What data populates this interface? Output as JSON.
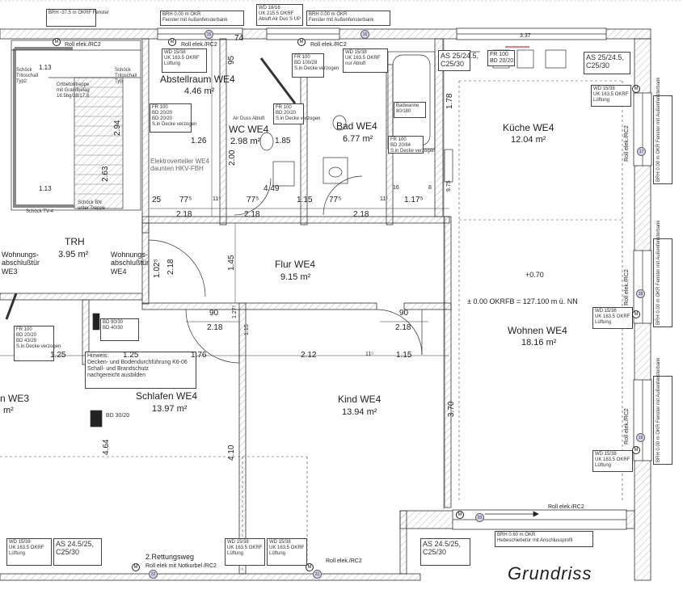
{
  "rooms": [
    {
      "name": "Abstellraum WE4",
      "area": "4.46 m²"
    },
    {
      "name": "WC WE4",
      "area": "2.98 m²"
    },
    {
      "name": "Bad WE4",
      "area": "6.77 m²"
    },
    {
      "name": "Küche WE4",
      "area": "12.04 m²"
    },
    {
      "name": "TRH",
      "area": "3.95 m²"
    },
    {
      "name": "Flur WE4",
      "area": "9.15 m²"
    },
    {
      "name": "Wohnen WE4",
      "area": "18.16 m²"
    },
    {
      "name": "Schlafen WE4",
      "area": "13.97 m²"
    },
    {
      "name": "Kind WE4",
      "area": "13.94 m²"
    },
    {
      "name": "n WE3",
      "area": "m²"
    }
  ],
  "labels": {
    "wohnungsabschluss_we3": "Wohnungs-\nabschlußtür\nWE3",
    "wohnungsabschluss_we4": "Wohnungs-\nabschlußtür\nWE4",
    "elektroverteiler": "Elektroverteiler WE4\ndaunten HKV-FBH",
    "niveau": "± 0.00 OKRFB = 127.100 m ü. NN",
    "kote": "+0.70",
    "rettungsweg": "2.Rettungsweg",
    "roll_elek_top": "Roll elek./RC2",
    "roll_elek_top2": "Roll elek./RC2",
    "roll_elek_bottom": "Roll elek./RC2",
    "roll_elek_bottom2": "Roll elek./RC2",
    "roll_elek_bottom3": "Roll elek mit Notkurbel /RC2",
    "roll_elek_side1": "Roll elek./RC2",
    "roll_elek_side2": "Roll elek./RC2",
    "roll_elek_side3": "Roll elek./RC2",
    "title": "Grundriss",
    "treppe": "Ortbetontreppe\nmit Granitbelag\n16.5bg/28/17.8",
    "schoeck_tv": "Schöck TV-4",
    "schoeck_bn": "Schöck BN\nunter Treppe",
    "schoeck_tp": "Schöck\nTritoschall\nTyp2",
    "schoeck_tp2": "Schöck\nTritoschall\nTyp",
    "air_dus": "Air Duss Abluft"
  },
  "notes": {
    "brh_fenster": "BRH -37.5 m OKRF\nFenster",
    "brh_fenster_auss1": "BRH 0.00 m OKR\nFenster mit Außenfensterbank",
    "wd_abluft": "WD 18/18\nUK 215.5 OKRF\nAbluft Air Dus S UP",
    "brh_fenster_auss2": "BRH 0.00 m OKR\nFenster mit Außenfensterbank",
    "wd_lueftung1": "WD 15/38\nUK 163.5 OKRF\nLüftung",
    "wd_abluft2": "WD 15/38\nUK 163.5 OKRF\nnur Abluft",
    "fr_100_top": "FR 100\nBD 100/28\nS.in Decke verzogen",
    "as_top": "AS 25/24.5,\nC25/30",
    "fr_100_20": "FR 100\nBD 20/20",
    "as_right": "AS 25/24.5,\nC25/30",
    "wd_lueftung_right": "WD 15/38\nUK 163.5 OKRF\nLüftung",
    "fr_left": "FR 100\nBD 20/20\nBD 20/20\nS.in Decke verzogen",
    "fr_wc": "FR 100\nBD 20/20\nS.in Decke verzogen",
    "badwanne": "Badwanne\n80/180",
    "fr_bad": "FR 100\nBD 20/84\nS.in Decke verzogen",
    "fr_lower_left": "FR 100\nBD 20/20\nBD 43/29\nS.in Decke verzogen",
    "bd_90": "BD 90/30\nBD 40/30",
    "hinweis": "Hinweis:\nDecken- und Bodendurchführung K6-06\nSchall- und Brandschutz\nnachgereicht ausbilden",
    "bd_30": "BD 30/20",
    "wd_wohnen": "WD 15/38\nUK 163.5 OKRF\nLüftung",
    "wd_right2": "WD 15/38\nUK 163.5 OKRF\nLüftung",
    "wd_bl1": "WD 15/38\nUK 163.5 OKRF\nLüftung",
    "as_bl": "AS 24.5/25,\nC25/30",
    "wd_b1": "WD 15/38\nUK 163.5 OKRF\nLüftung",
    "wd_b2": "WD 15/38\nUK 163.5 OKRF\nLüftung",
    "as_br": "AS 24.5/25,\nC25/30",
    "brh_hebe": "BRH 0.60 m OKR\nHebeschiebetür mit Anschlussprofil",
    "brh_side1": "BRH 0.00 m OKR\nFenster mit Außenfensterbank",
    "brh_side2": "BRH 0.00 m OKR\nFenster mit Außenfensterbank",
    "brh_side3": "BRH 0.00 m OKR\nFenster mit Außenfensterbank"
  },
  "dimensions": {
    "d_74": "74",
    "d_337": "3.37",
    "d_95": "95",
    "d_126": "1.26",
    "d_200": "2.00",
    "d_449": "4.49",
    "d_285": "1.85",
    "d_178": "1.78",
    "d_975": "9.75",
    "d_77a": "77⁵",
    "d_77b": "77⁵",
    "d_77c": "77⁵",
    "d_117": "1.17⁵",
    "d_25": "25",
    "d_11a": "11⁵",
    "d_11b": "11⁵",
    "d_11c": "11⁵",
    "d_16": "16",
    "d_8": "8",
    "d_218a": "2.18",
    "d_218b": "2.18",
    "d_218c": "2.18",
    "d_218d": "2.18",
    "d_218e": "2.18",
    "d_218f": "2.18",
    "d_102": "1.02⁵",
    "d_145": "1.45",
    "d_90a": "90",
    "d_90b": "90",
    "d_125a": "1.25",
    "d_125b": "1.25",
    "d_176": "1.76",
    "d_212": "2.12",
    "d_115": "1.15",
    "d_370": "3.70",
    "d_464": "4.64",
    "d_410": "4.10",
    "d_1275": "1.27⁵",
    "d_115v": "1.15",
    "d_115c": "1.15",
    "d_294": "2.94",
    "d_263": "2.63",
    "d_113a": "1.13",
    "d_113b": "1.13"
  },
  "markers": {
    "m15": "15",
    "m16": "16",
    "m17": "17",
    "m18": "18",
    "m19": "19",
    "m20": "20",
    "m21": "21",
    "m22": "22"
  }
}
